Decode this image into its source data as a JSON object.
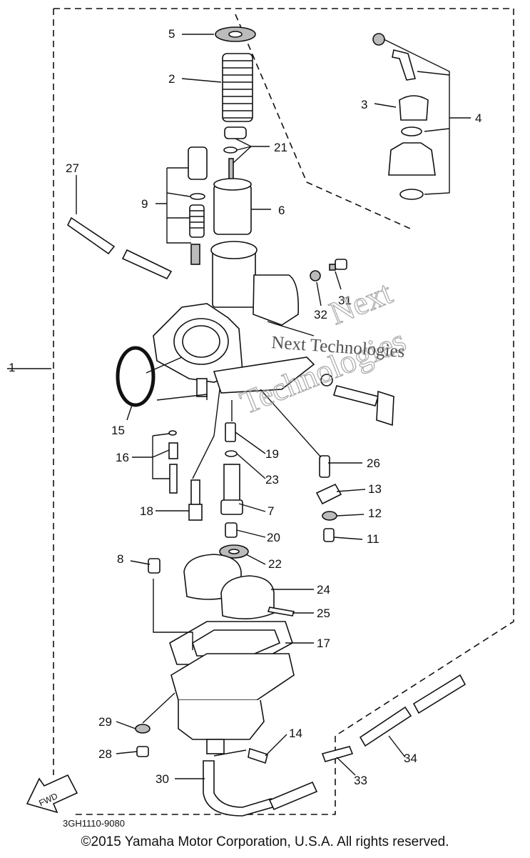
{
  "callouts": {
    "c1": "1",
    "c2": "2",
    "c3": "3",
    "c4": "4",
    "c5": "5",
    "c6": "6",
    "c7": "7",
    "c8": "8",
    "c9": "9",
    "c11": "11",
    "c12": "12",
    "c13": "13",
    "c14": "14",
    "c15": "15",
    "c16": "16",
    "c17": "17",
    "c18": "18",
    "c19": "19",
    "c20": "20",
    "c21": "21",
    "c22": "22",
    "c23": "23",
    "c24": "24",
    "c25": "25",
    "c26": "26",
    "c27": "27",
    "c28": "28",
    "c29": "29",
    "c30": "30",
    "c31": "31",
    "c32": "32",
    "c33": "33",
    "c34": "34"
  },
  "fwd_label": "FWD",
  "drawing_code": "3GH1110-9080",
  "watermark": {
    "outline": "Next Technologies",
    "line1": "Next",
    "line2": "Technologies",
    "small": "Next Technologies"
  },
  "copyright": "©2015 Yamaha Motor Corporation, U.S.A. All rights reserved."
}
